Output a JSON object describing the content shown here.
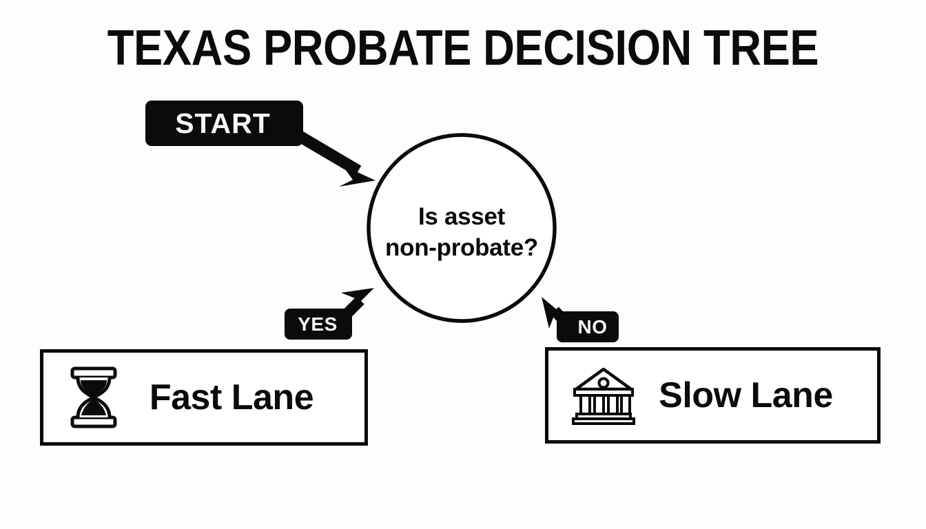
{
  "page": {
    "title": "TEXAS PROBATE DECISION TREE",
    "background_color": "#fcfdfe",
    "ink_color": "#0b0b0b"
  },
  "diagram": {
    "type": "decision-tree",
    "start": {
      "label": "START",
      "badge_fill": "#0b0b0b",
      "badge_text_color": "#f7f6f2"
    },
    "decision": {
      "line1": "Is asset",
      "line2": "non-probate?",
      "shape": "circle",
      "stroke_color": "#0b0b0b",
      "fill_color": "#ffffff"
    },
    "branches": [
      {
        "label": "YES",
        "side": "left",
        "badge_fill": "#0b0b0b",
        "badge_text_color": "#f7f6f2",
        "outcome": "Fast Lane"
      },
      {
        "label": "NO",
        "side": "right",
        "badge_fill": "#0b0b0b",
        "badge_text_color": "#f7f6f2",
        "outcome": "Slow Lane"
      }
    ],
    "outcomes": [
      {
        "label": "Fast Lane",
        "icon": "hourglass-icon",
        "border_color": "#0b0b0b",
        "fill_color": "#ffffff"
      },
      {
        "label": "Slow Lane",
        "icon": "courthouse-icon",
        "border_color": "#0b0b0b",
        "fill_color": "#ffffff"
      }
    ]
  }
}
